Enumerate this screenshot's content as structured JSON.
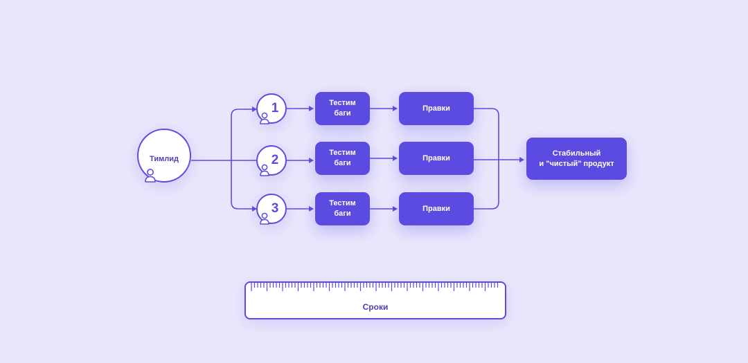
{
  "team_lead": {
    "label": "Тимлид",
    "icon": "user-icon"
  },
  "teams": [
    {
      "number": "1",
      "test_label": "Тестим\nбаги",
      "edit_label": "Правки"
    },
    {
      "number": "2",
      "test_label": "Тестим\nбаги",
      "edit_label": "Правки"
    },
    {
      "number": "3",
      "test_label": "Тестим\nбаги",
      "edit_label": "Правки"
    }
  ],
  "result": {
    "label": "Стабильный\nи \"чистый\" продукт"
  },
  "timeline": {
    "label": "Сроки",
    "icon": "ruler-icon"
  },
  "colors": {
    "accent": "#5b4be0",
    "background": "#e9e6fc",
    "box_text": "#ffffff"
  }
}
